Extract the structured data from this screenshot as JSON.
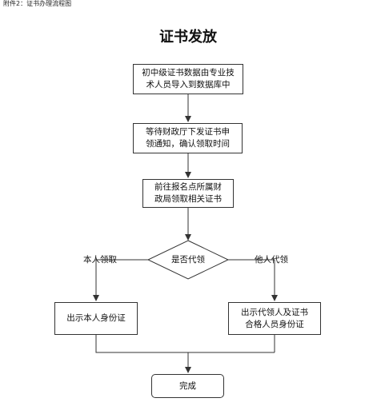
{
  "caption": "附件2：证书办理流程图",
  "title": "证书发放",
  "nodes": {
    "step1": {
      "line1": "初中级证书数据由专业技",
      "line2": "术人员导入到数据库中"
    },
    "step2": {
      "line1": "等待财政厅下发证书申",
      "line2": "领通知，确认领取时间"
    },
    "step3": {
      "line1": "前往报名点所属财",
      "line2": "政局领取相关证书"
    },
    "decision": {
      "label": "是否代领"
    },
    "self_pickup": {
      "label": "出示本人身份证"
    },
    "proxy_pickup": {
      "line1": "出示代领人及证书",
      "line2": "合格人员身份证"
    },
    "done": {
      "label": "完成"
    }
  },
  "edges": {
    "left_label": "本人领取",
    "right_label": "他人代领"
  },
  "colors": {
    "line": "#333333",
    "text": "#111111",
    "background": "#ffffff"
  }
}
